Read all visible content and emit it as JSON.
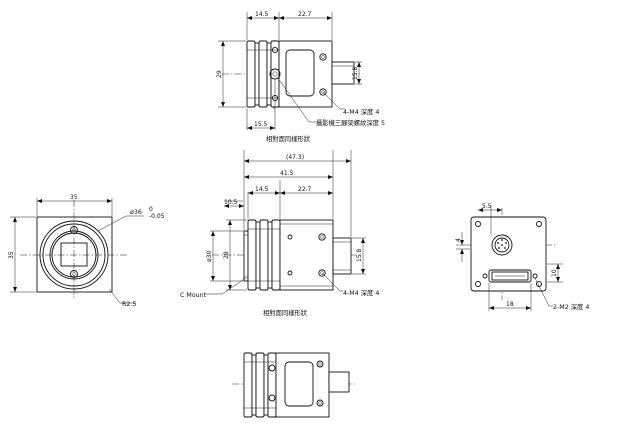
{
  "top_view": {
    "dim_14_5": "14.5",
    "dim_22_7": "22.7",
    "dim_29": "29",
    "dim_15_8": "15.8",
    "dim_15_5": "15.5",
    "note_m4": "4-M4 深度 4",
    "note_tripod": "攝影機三腳架螺紋深度 5",
    "caption": "相對面同樣形狀"
  },
  "front_view": {
    "dim_35_w": "35",
    "dim_35_h": "35",
    "dim_dia36": "ø36",
    "tol": "0\n-0.05",
    "dim_r2_5": "R2.5"
  },
  "side_view": {
    "dim_47_3": "(47.3)",
    "dim_41_5": "41.5",
    "dim_14_5": "14.5",
    "dim_22_7": "22.7",
    "dim_10_5": "10.5",
    "dim_dia30": "ø30",
    "dim_29": "29",
    "dim_15_8": "15.8",
    "note_cmount": "C Mount",
    "note_m4": "4-M4 深度 4",
    "caption": "相對面同樣形狀"
  },
  "rear_view": {
    "dim_5_5": "5.5",
    "dim_4": "4",
    "dim_10": "10",
    "dim_18": "18",
    "note_m2": "2-M2 深度 4"
  }
}
